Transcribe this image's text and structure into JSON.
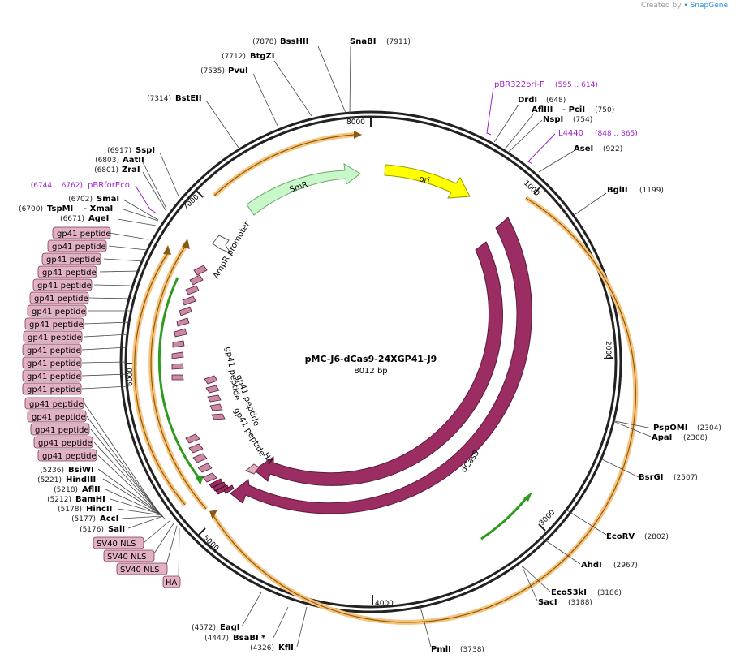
{
  "credit": {
    "prefix": "Created by",
    "brand": "SnapGene"
  },
  "plasmid": {
    "name": "pMC-J6-dCas9-24XGP41-J9",
    "length": "8012 bp"
  },
  "ticks": [
    "1000",
    "2000",
    "3000",
    "4000",
    "5000",
    "6000",
    "7000",
    "8000"
  ],
  "features": {
    "smr": "SmR",
    "ori": "ori",
    "ampr_promoter": "AmpR promoter",
    "dcas9": "dCas9",
    "cas9": "Cas9",
    "ha": "HA",
    "gp41": "gp41 peptide"
  },
  "right_sites": [
    {
      "name": "SnaBI",
      "pos": "(7911)"
    },
    {
      "name": "DrdI",
      "pos": "(648)"
    },
    {
      "name": "AflIII",
      "pos": ""
    },
    {
      "name": "- PciI",
      "pos": "(750)"
    },
    {
      "name": "NspI",
      "pos": "(754)"
    },
    {
      "name": "AseI",
      "pos": "(922)"
    },
    {
      "name": "BglII",
      "pos": "(1199)"
    },
    {
      "name": "PspOMI",
      "pos": "(2304)"
    },
    {
      "name": "ApaI",
      "pos": "(2308)"
    },
    {
      "name": "BsrGI",
      "pos": "(2507)"
    },
    {
      "name": "EcoRV",
      "pos": "(2802)"
    },
    {
      "name": "AhdI",
      "pos": "(2967)"
    },
    {
      "name": "Eco53kI",
      "pos": "(3186)"
    },
    {
      "name": "SacI",
      "pos": "(3188)"
    },
    {
      "name": "PmlI",
      "pos": "(3738)"
    }
  ],
  "left_sites": [
    {
      "name": "BssHII",
      "pos": "(7878)"
    },
    {
      "name": "BtgZI",
      "pos": "(7712)"
    },
    {
      "name": "PvuI",
      "pos": "(7535)"
    },
    {
      "name": "BstEII",
      "pos": "(7314)"
    },
    {
      "name": "SspI",
      "pos": "(6917)"
    },
    {
      "name": "AatII",
      "pos": "(6803)"
    },
    {
      "name": "ZraI",
      "pos": "(6801)"
    },
    {
      "name": "SmaI",
      "pos": "(6702)"
    },
    {
      "name": "TspMI",
      "pos": "(6700)"
    },
    {
      "name": "- XmaI",
      "pos": ""
    },
    {
      "name": "AgeI",
      "pos": "(6671)"
    },
    {
      "name": "BsiWI",
      "pos": "(5236)"
    },
    {
      "name": "HindIII",
      "pos": "(5221)"
    },
    {
      "name": "AflII",
      "pos": "(5218)"
    },
    {
      "name": "BamHI",
      "pos": "(5212)"
    },
    {
      "name": "HincII",
      "pos": "(5178)"
    },
    {
      "name": "AccI",
      "pos": "(5177)"
    },
    {
      "name": "SalI",
      "pos": "(5176)"
    },
    {
      "name": "EagI",
      "pos": "(4572)"
    },
    {
      "name": "BsaBI *",
      "pos": "(4447)"
    },
    {
      "name": "KflI",
      "pos": "(4326)"
    }
  ],
  "primers": [
    {
      "name": "pBR322ori-F",
      "range": "(595 .. 614)"
    },
    {
      "name": "L4440",
      "range": "(848 .. 865)"
    },
    {
      "name": "pBRforEco",
      "range": "(6744 .. 6762)"
    }
  ],
  "boxes": {
    "gp41": "gp41 peptide",
    "sv40": "SV40 NLS",
    "ha": "HA"
  },
  "colors": {
    "dcas9": "#9b2d62",
    "smr": "#c8f7c9",
    "ori": "#ffff00",
    "orf_orange": "#f5a623",
    "green": "#2e9a1e",
    "feature_box": "#e3b1c4",
    "primer": "#a020c8"
  }
}
